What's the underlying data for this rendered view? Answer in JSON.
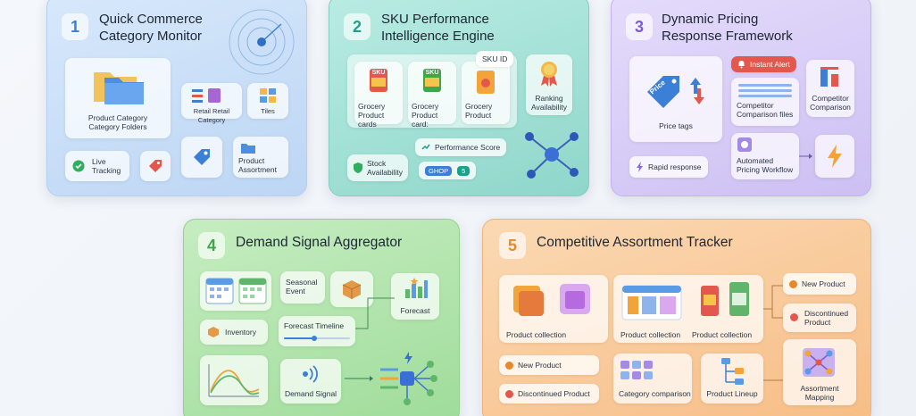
{
  "panels": [
    {
      "number": "1",
      "title_line1": "Quick Commerce",
      "title_line2": "Category Monitor",
      "items": {
        "folders": "Product Category\nCategory Folders",
        "retail": "Retail Retail Category",
        "tiles": "Tiles",
        "live": "Live\nTracking",
        "assortment": "Product\nAssortment"
      }
    },
    {
      "number": "2",
      "title_line1": "SKU Performance",
      "title_line2": "Intelligence Engine",
      "items": {
        "card1": "Grocery\nProduct cards",
        "card2": "Grocery\nProduct card:",
        "card3": "Grocery\nProduct",
        "sku_id": "SKU ID",
        "ranking": "Ranking\nAvailability",
        "perf": "Performance Score",
        "stock": "Stock\nAvailability",
        "ghop": "GHOP",
        "ghop_val": "5",
        "pack1_text": "SKU",
        "pack2_text": "SKU"
      }
    },
    {
      "number": "3",
      "title_line1": "Dynamic Pricing",
      "title_line2": "Response Framework",
      "items": {
        "price_tags": "Price tags",
        "tag_text": "Price",
        "alert": "Instant Alert",
        "comp_files": "Competitor\nComparison files",
        "comp": "Competitor\nComparison",
        "workflow": "Automated\nPricing Workflow",
        "rapid": "Rapid response"
      }
    },
    {
      "number": "4",
      "title": "Demand Signal Aggregator",
      "items": {
        "seasonal": "Seasonal\nEvent",
        "forecast": "Forecast",
        "inventory": "Inventory",
        "timeline": "Forecast Timeline",
        "demand": "Demand Signal"
      }
    },
    {
      "number": "5",
      "title": "Competitive Assortment Tracker",
      "items": {
        "collection1": "Product collection",
        "collection2": "Product collection",
        "collection3": "Product collection",
        "new1": "New Product",
        "disc1": "Discontinued\nProduct",
        "new2": "New Product",
        "disc2": "Discontinued Product",
        "category": "Category comparison",
        "lineup": "Product Lineup",
        "mapping": "Assortment\nMapping"
      }
    }
  ],
  "colors": {
    "blue": "#3b7fd6",
    "teal": "#1f9e8a",
    "purple": "#7a5cd6",
    "green": "#3fa64a",
    "orange": "#e5892c",
    "red": "#e4574c"
  }
}
